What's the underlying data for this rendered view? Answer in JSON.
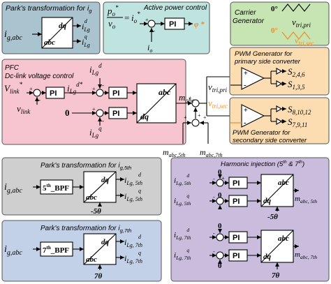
{
  "panels": {
    "park_ig": {
      "title": "Park's transformation for i",
      "title_sub": "g",
      "input": "i",
      "input_sub": "g,abc",
      "block_top": "dq",
      "block_bottom": "abc",
      "out_d": "i",
      "out_d_sub": "Lg",
      "out_d_sup": "d",
      "out_q": "i",
      "out_q_sub": "Lg",
      "out_q_sup": "q"
    },
    "active_power": {
      "title": "Active power control",
      "p": "p",
      "p_sub": "o",
      "p_sup": "*",
      "v": "v",
      "v_sub": "o",
      "eq": "=",
      "i": "i",
      "i_sub": "o",
      "i_sup": "*",
      "pi": "PI",
      "phi": "φ *",
      "feedback": "i",
      "feedback_sub": "o",
      "plus": "+",
      "minus": "-"
    },
    "carrier": {
      "title_line1": "Carrier",
      "title_line2": "Generator",
      "angle_label": "0°",
      "angle_label2": "0°",
      "v_pri": "v",
      "v_pri_sub": "tri,pri",
      "v_sec": "v",
      "v_sec_sub": "tri,sec"
    },
    "pfc": {
      "title_line1": "PFC",
      "title_line2": "Dc-link voltage control",
      "vlink_ref": "V",
      "vlink_ref_sub": "link",
      "vlink_ref_sup": "*",
      "vlink": "v",
      "vlink_sub": "link",
      "pi1": "PI",
      "pi2": "PI",
      "pi3": "PI",
      "iLgd_ref": "i",
      "iLgd_ref_sub": "Lg",
      "iLgd_ref_sup": "d*",
      "iLgd": "i",
      "iLgd_sub": "Lg",
      "iLgd_sup": "d",
      "iLgq": "i",
      "iLgq_sub": "Lg",
      "iLgq_sup": "q",
      "zero": "0",
      "block_top": "abc",
      "block_bottom": "dq",
      "plus": "+",
      "minus": "-"
    },
    "modulation": {
      "m_abc": "m",
      "m_abc_sub": "abc",
      "m_5th": "m",
      "m_5th_sub": "abc,5th",
      "m_7th": "m",
      "m_7th_sub": "abc,7th",
      "v_pri": "v",
      "v_pri_sub": "tri,pri",
      "v_sec": "v",
      "v_sec_sub": "tri,sec",
      "plus": "+"
    },
    "pwm_primary": {
      "title_line1": "PWM Generator for",
      "title_line2": "primary side converter",
      "s1": "S",
      "s1_sub": "2,4,6",
      "s2": "S",
      "s2_sub": "1,3,5"
    },
    "pwm_secondary": {
      "title_line1": "PWM Generator for",
      "title_line2": "secondary side converter",
      "s1": "S",
      "s1_sub": "8,10,12",
      "s2": "S",
      "s2_sub": "7,9,11"
    },
    "park_5th": {
      "title": "Park's transformation for i",
      "title_sub": "g,5th",
      "input": "i",
      "input_sub": "g,abc",
      "bpf": "5",
      "bpf_sup": "th",
      "bpf_rest": "_BPF",
      "block_top": "dq",
      "block_bottom": "abc",
      "angle": "-5θ",
      "out_d": "i",
      "out_d_sub": "Lg, 5th",
      "out_d_sup": "d",
      "out_q": "i",
      "out_q_sub": "Lg, 5th",
      "out_q_sup": "q"
    },
    "park_7th": {
      "title": "Park's transformation for i",
      "title_sub": "g,7th",
      "input": "i",
      "input_sub": "g,abc",
      "bpf": "7",
      "bpf_sup": "th",
      "bpf_rest": "_BPF",
      "block_top": "dq",
      "block_bottom": "abc",
      "angle": "7θ",
      "out_d": "i",
      "out_d_sub": "Lg, 7th",
      "out_d_sup": "d",
      "out_q": "i",
      "out_q_sub": "Lg, 7th",
      "out_q_sup": "q"
    },
    "harmonic": {
      "title": "Harmonic injection (5",
      "title_sup1": "th",
      "title_mid": " & 7",
      "title_sup2": "th",
      "title_end": ")",
      "zero": "0",
      "pi": "PI",
      "d5": "i",
      "d5_sub": "Lg, 5th",
      "d5_sup": "d",
      "q5": "i",
      "q5_sub": "Lg, 5th",
      "q5_sup": "q",
      "d7": "i",
      "d7_sub": "Lg, 7th",
      "d7_sup": "d",
      "q7": "i",
      "q7_sub": "Lg, 7th",
      "q7_sup": "q",
      "angle5": "-5θ",
      "angle7": "7θ",
      "block_top": "abc",
      "block_bottom": "dq",
      "out5": "m",
      "out5_sub": "abc, 5th",
      "out7": "m",
      "out7_sub": "abc, 7th",
      "plus": "+",
      "minus": "-"
    }
  },
  "colors": {
    "park_top_bg": "#a9c3cf",
    "active_power_bg": "#bfe3df",
    "carrier_bg": "#c7e4b3",
    "pfc_bg": "#f7c5cf",
    "pwm_bg": "#fcddb2",
    "park_5th_bg": "#cfcfcf",
    "park_7th_bg": "#c3d1e8",
    "harmonic_bg": "#c9bcdd",
    "accent_orange": "#f28c28"
  }
}
